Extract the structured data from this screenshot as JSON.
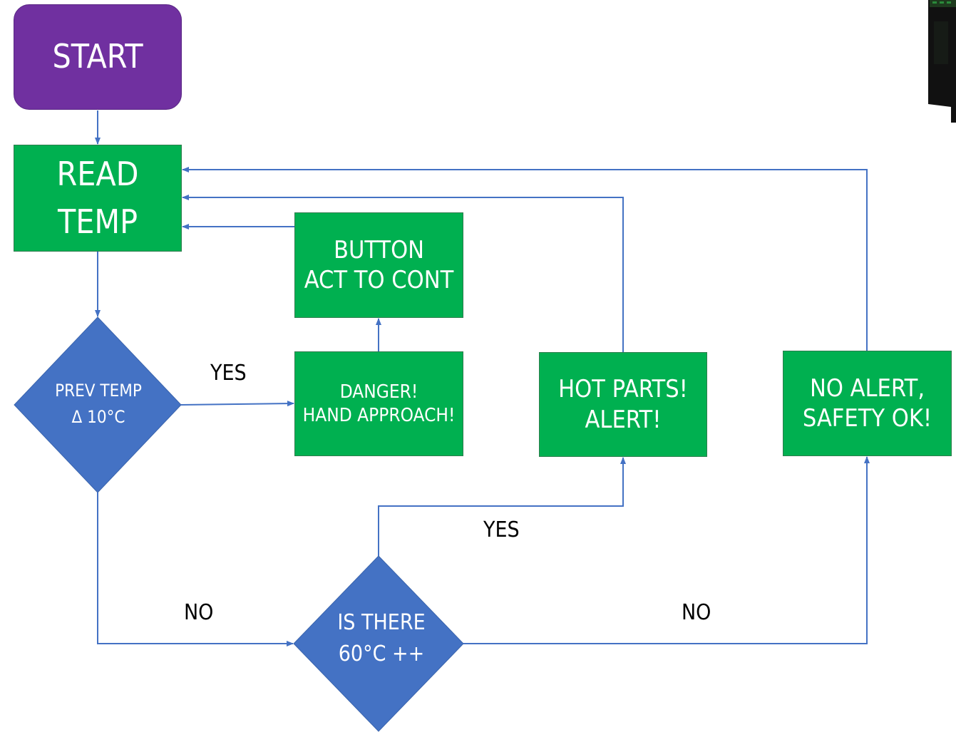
{
  "flowchart": {
    "start": {
      "label": "START"
    },
    "read_temp": {
      "line1": "READ",
      "line2": "TEMP"
    },
    "decision_prev_temp": {
      "line1": "PREV TEMP",
      "line2": "Δ 10°C"
    },
    "danger": {
      "line1": "DANGER!",
      "line2": "HAND APPROACH!"
    },
    "button": {
      "line1": "BUTTON",
      "line2": "ACT TO CONT"
    },
    "hot_parts": {
      "line1": "HOT PARTS!",
      "line2": "ALERT!"
    },
    "no_alert": {
      "line1": "NO ALERT,",
      "line2": "SAFETY OK!"
    },
    "decision_60": {
      "line1": "IS THERE",
      "line2": "60°C ++"
    },
    "edge_labels": {
      "yes_danger": "YES",
      "yes_hot": "YES",
      "no_prev": "NO",
      "no_60": "NO"
    }
  },
  "colors": {
    "start": "#7030a0",
    "process": "#00b050",
    "decision": "#4472c4",
    "connector": "#4472c4"
  }
}
